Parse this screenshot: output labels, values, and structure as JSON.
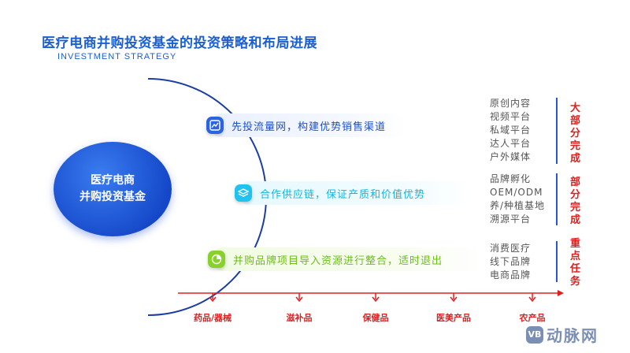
{
  "title": "医疗电商并购投资基金的投资策略和布局进展",
  "subtitle": "INVESTMENT STRATEGY",
  "center": {
    "line1": "医疗电商",
    "line2": "并购投资基金"
  },
  "strategies": [
    {
      "text": "先投流量网，构建优势销售渠道",
      "icon": "chart-line-icon",
      "color": "#2b63e0",
      "items": [
        "原创内容",
        "视频平台",
        "私域平台",
        "达人平台",
        "户外媒体"
      ],
      "status": "大部分完成"
    },
    {
      "text": "合作供应链，保证产质和价值优势",
      "icon": "layers-icon",
      "color": "#1fc3ee",
      "items": [
        "品牌孵化",
        "OEM/ODM",
        "养/种植基地",
        "溯源平台"
      ],
      "status": "部分完成"
    },
    {
      "text": "并购品牌项目导入资源进行整合，适时退出",
      "icon": "pie-chart-icon",
      "color": "#86d22a",
      "items": [
        "消费医疗",
        "线下品牌",
        "电商品牌"
      ],
      "status": "重点任务"
    }
  ],
  "axis": {
    "color": "#e02020",
    "labels": [
      "药品/器械",
      "滋补品",
      "保健品",
      "医美产品",
      "农产品"
    ]
  },
  "logo": {
    "mark": "VB",
    "text": "动脉网"
  }
}
